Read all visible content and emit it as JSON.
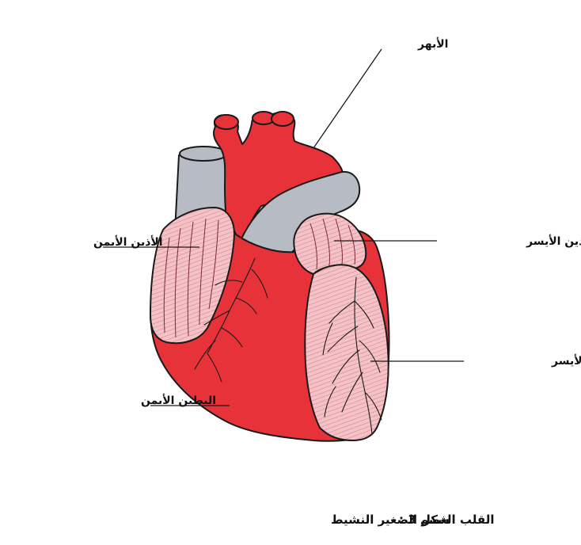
{
  "labels": {
    "aorta": "الأبهر",
    "right_atrium": "الأذين الأيمن",
    "left_atrium": "الأذين الأيسر",
    "left_ventricle": "البطين الأيسر",
    "right_ventricle": "البطين الأيمن"
  },
  "caption": {
    "figure": "شكل 3 :",
    "text": "القلب العضو الصغير النشيط"
  },
  "colors": {
    "muscle": "#e8323a",
    "vessel": "#b7bcc4",
    "chamber": "#f2b8bc",
    "outline": "#1a1a1a"
  }
}
